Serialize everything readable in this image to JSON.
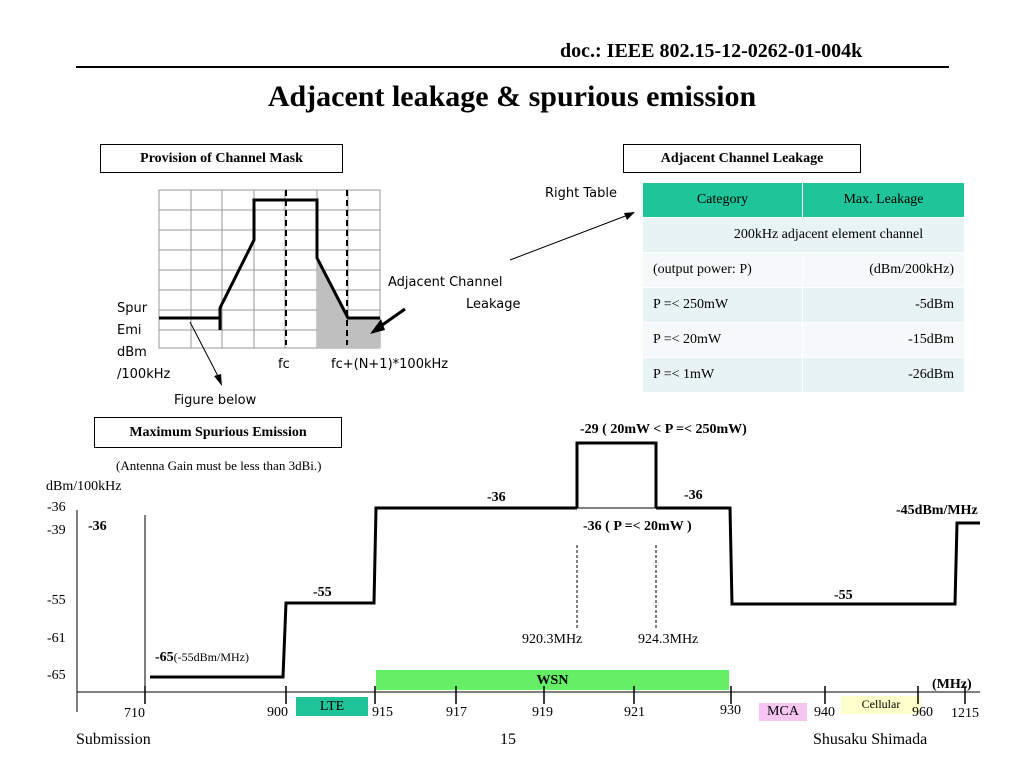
{
  "header": {
    "doc_id": "doc.: IEEE 802.15-12-0262-01-004k",
    "title": "Adjacent leakage & spurious emission"
  },
  "mask_section": {
    "box_label": "Provision of Channel Mask",
    "y_label_lines": [
      "Spur",
      "Emi",
      "dBm",
      "/100kHz"
    ],
    "fc_label": "fc",
    "fc2_label": "fc+(N+1)*100kHz",
    "adjacent_label_line1": "Adjacent Channel",
    "adjacent_label_line2": "Leakage",
    "figure_below": "Figure below",
    "right_table": "Right Table"
  },
  "leakage_section": {
    "box_label": "Adjacent Channel Leakage",
    "table": {
      "headers": [
        "Category",
        "Max. Leakage"
      ],
      "span_row": "200kHz adjacent element channel",
      "rows": [
        [
          "(output power: P)",
          "(dBm/200kHz)"
        ],
        [
          "P =< 250mW",
          "-5dBm"
        ],
        [
          "P =< 20mW",
          "-15dBm"
        ],
        [
          "P =< 1mW",
          "-26dBm"
        ]
      ]
    }
  },
  "spurious_section": {
    "box_label": "Maximum Spurious Emission",
    "antenna_note": "(Antenna Gain must be less than 3dBi.)",
    "y_unit": "dBm/100kHz",
    "y_ticks": [
      "-36",
      "-39",
      "-55",
      "-61",
      "-65"
    ],
    "x_ticks": [
      "710",
      "900",
      "915",
      "917",
      "919",
      "921",
      "930",
      "940",
      "960",
      "1215"
    ],
    "x_unit": "(MHz)",
    "levels": {
      "l710": "-36",
      "l710_900_main": "-65",
      "l710_900_sub": "(-55dBm/MHz)",
      "l900_915": "-55",
      "l915_920": "-36",
      "l_high_power": "-29 ( 20mW < P =< 250mW)",
      "l_low_power": "-36 ( P =< 20mW )",
      "l924_930": "-36",
      "l930_960": "-55",
      "l1215": "-45dBm/MHz"
    },
    "markers": [
      "920.3MHz",
      "924.3MHz"
    ],
    "bands": {
      "lte": "LTE",
      "wsn": "WSN",
      "mca": "MCA",
      "cellular": "Cellular"
    },
    "colors": {
      "lte": "#1fc499",
      "wsn": "#66ee66",
      "mca": "#f6c6f0",
      "cellular": "#ffffcc"
    }
  },
  "footer": {
    "left": "Submission",
    "page": "15",
    "right": "Shusaku Shimada"
  }
}
